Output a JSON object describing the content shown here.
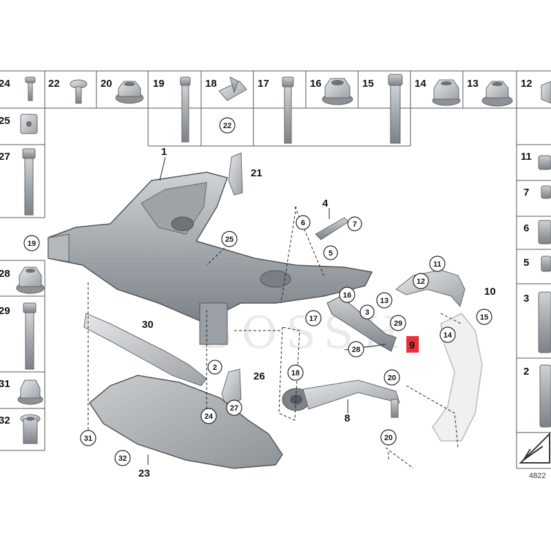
{
  "diagram": {
    "watermark": "BOSSH",
    "drawing_code": "4822",
    "highlighted_part": "9",
    "highlight_color": "#e8303a",
    "hardware_top_row": [
      "24",
      "22",
      "20",
      "19",
      "18",
      "17",
      "16",
      "15",
      "14",
      "13",
      "12"
    ],
    "hardware_left_column": [
      "25",
      "27",
      "28",
      "29",
      "31",
      "32"
    ],
    "hardware_right_column": [
      "11",
      "7",
      "6",
      "5",
      "3",
      "2"
    ],
    "large_labels": {
      "p1": "1",
      "p4": "4",
      "p8": "8",
      "p9": "9",
      "p10": "10",
      "p21": "21",
      "p23": "23",
      "p26": "26",
      "p30": "30"
    },
    "circled_labels": {
      "c19": "19",
      "c22": "22",
      "c25": "25",
      "c6": "6",
      "c7": "7",
      "c5": "5",
      "c11": "11",
      "c12": "12",
      "c13": "13",
      "c15": "15",
      "c14": "14",
      "c16": "16",
      "c3": "3",
      "c17": "17",
      "c29": "29",
      "c28": "28",
      "c20a": "20",
      "c20b": "20",
      "c18": "18",
      "c2": "2",
      "c27": "27",
      "c24": "24",
      "c31": "31",
      "c32": "32"
    }
  }
}
